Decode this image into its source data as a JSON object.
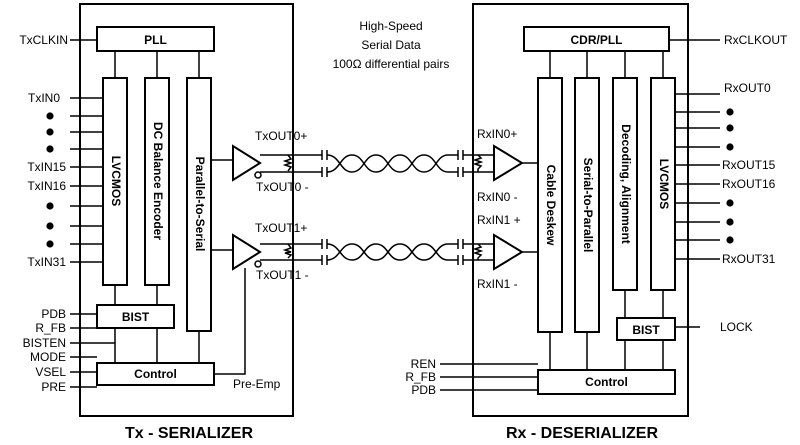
{
  "header": {
    "note_line1": "High-Speed",
    "note_line2": "Serial Data",
    "note_line3": "100Ω differential pairs"
  },
  "tx": {
    "title": "Tx - SERIALIZER",
    "pll": "PLL",
    "lvcmos": "LVCMOS",
    "dc_balance": "DC Balance Encoder",
    "par_to_ser": "Parallel-to-Serial",
    "bist": "BIST",
    "control": "Control",
    "pre_emp": "Pre-Emp",
    "out0_pos": "TxOUT0+",
    "out0_neg": "TxOUT0 -",
    "out1_pos": "TxOUT1+",
    "out1_neg": "TxOUT1 -",
    "inputs": {
      "clk": "TxCLKIN",
      "in0": "TxIN0",
      "in15": "TxIN15",
      "in16": "TxIN16",
      "in31": "TxIN31",
      "pdb": "PDB",
      "rfb": "R_FB",
      "bisten": "BISTEN",
      "mode": "MODE",
      "vsel": "VSEL",
      "pre": "PRE"
    }
  },
  "rx": {
    "title": "Rx - DESERIALIZER",
    "cdr_pll": "CDR/PLL",
    "cable_deskew": "Cable Deskew",
    "ser_to_par": "Serial-to-Parallel",
    "decoding": "Decoding, Alignment",
    "lvcmos": "LVCMOS",
    "bist": "BIST",
    "control": "Control",
    "in0_pos": "RxIN0+",
    "in0_neg": "RxIN0 -",
    "in1_pos": "RxIN1 +",
    "in1_neg": "RxIN1 -",
    "outputs": {
      "clk": "RxCLKOUT",
      "out0": "RxOUT0",
      "out15": "RxOUT15",
      "out16": "RxOUT16",
      "out31": "RxOUT31",
      "lock": "LOCK",
      "ren": "REN",
      "rfb": "R_FB",
      "pdb": "PDB"
    }
  }
}
